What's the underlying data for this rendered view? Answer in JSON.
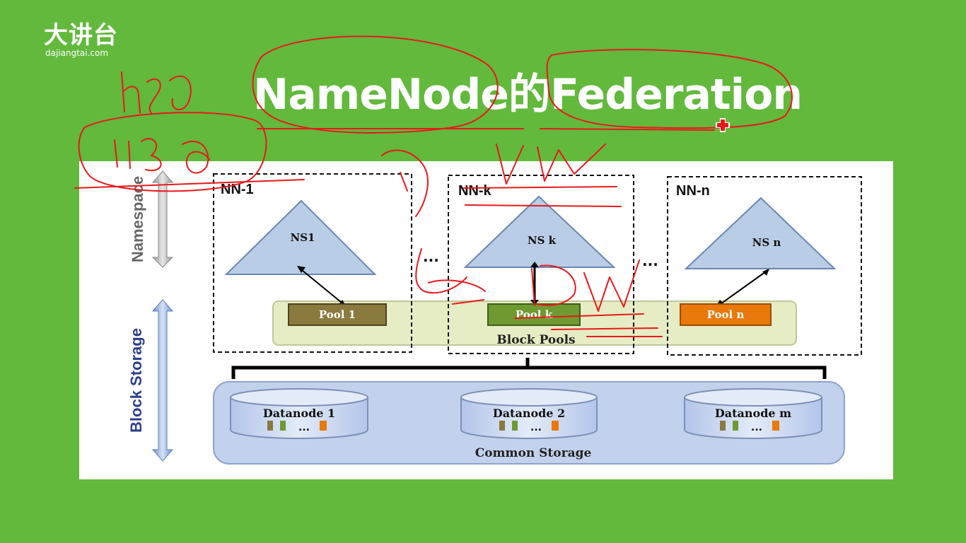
{
  "logo": {
    "cn": "大讲台",
    "en": "dajiangtai.com"
  },
  "title": "NameNode的Federation",
  "diagram": {
    "axis_namespace": "Namespace",
    "axis_block_storage": "Block Storage",
    "namenodes": [
      {
        "label": "NN-1",
        "ns": "NS1",
        "pool": "Pool 1",
        "pool_color": "#8a7a3e"
      },
      {
        "label": "NN-k",
        "ns": "NS k",
        "pool": "Pool k",
        "pool_color": "#6f9a32"
      },
      {
        "label": "NN-n",
        "ns": "NS n",
        "pool": "Pool n",
        "pool_color": "#e9790a"
      }
    ],
    "ellipsis": "...",
    "block_pools_label": "Block Pools",
    "datanodes": [
      {
        "label": "Datanode 1"
      },
      {
        "label": "Datanode 2"
      },
      {
        "label": "Datanode m"
      }
    ],
    "datanode_dots": "...",
    "common_storage_label": "Common Storage"
  },
  "colors": {
    "background": "#62b93c",
    "annotation_ink": "#e8191c",
    "triangle_fill": "#b9cde6",
    "storage_fill": "#c2d1ec",
    "block_pools_fill": "#e6ecc3"
  }
}
